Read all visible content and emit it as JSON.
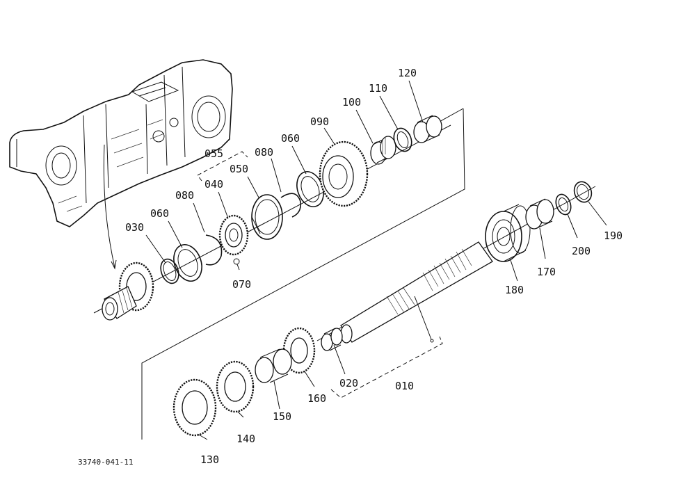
{
  "diagram": {
    "drawing_code": "33740-041-11",
    "callouts": {
      "p010": "010",
      "p020": "020",
      "p030": "030",
      "p040": "040",
      "p050": "050",
      "p055": "055",
      "p060a": "060",
      "p060b": "060",
      "p070": "070",
      "p080a": "080",
      "p080b": "080",
      "p090": "090",
      "p100": "100",
      "p110": "110",
      "p120": "120",
      "p130": "130",
      "p140": "140",
      "p150": "150",
      "p160": "160",
      "p170": "170",
      "p180": "180",
      "p190": "190",
      "p200": "200"
    }
  }
}
